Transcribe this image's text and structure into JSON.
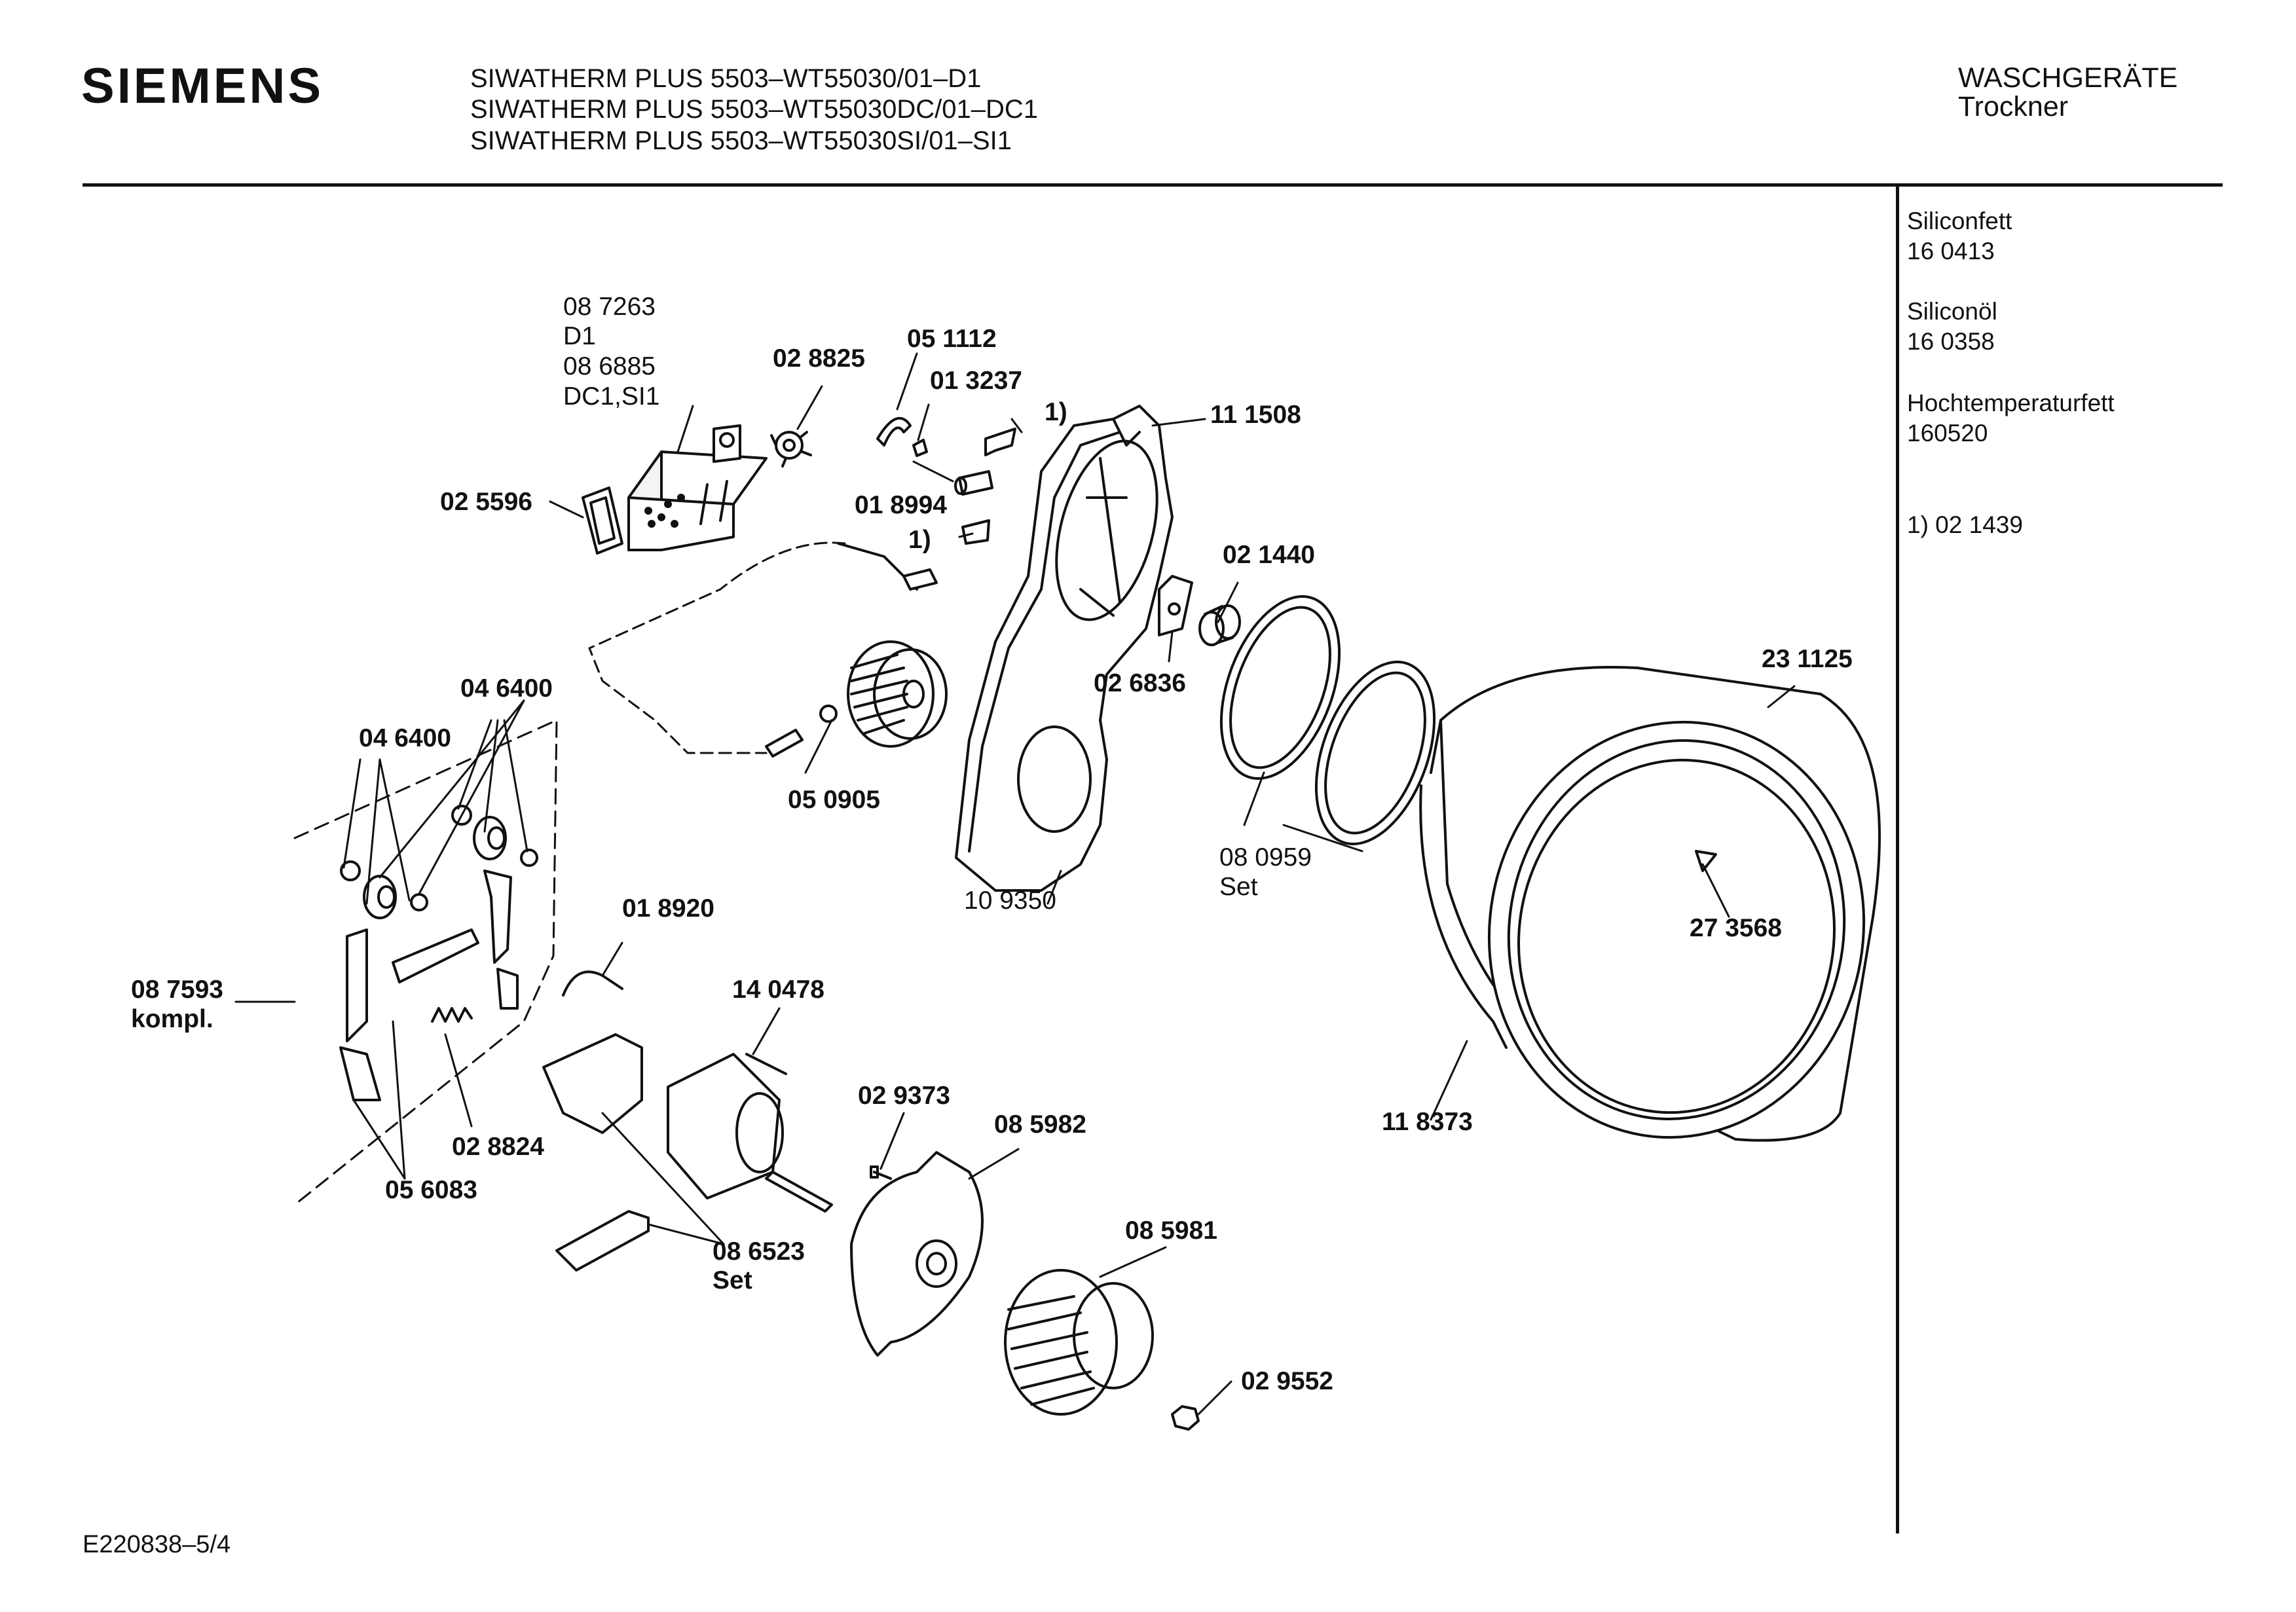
{
  "header": {
    "brand": "SIEMENS",
    "titles": [
      "SIWATHERM PLUS 5503–WT55030/01–D1",
      "SIWATHERM PLUS 5503–WT55030DC/01–DC1",
      "SIWATHERM PLUS 5503–WT55030SI/01–SI1"
    ],
    "category": "WASCHGERÄTE",
    "subcategory": "Trockner"
  },
  "sidebar": [
    {
      "name": "Siliconfett",
      "number": "16 0413"
    },
    {
      "name": "Siliconöl",
      "number": "16 0358"
    },
    {
      "name": "Hochtemperaturfett",
      "number": "160520"
    },
    {
      "name": "1)  02 1439",
      "number": ""
    }
  ],
  "footer": "E220838–5/4",
  "labels": {
    "p087263": "08 7263",
    "d1": "D1",
    "p086885": "08 6885",
    "dc1si1": "DC1,SI1",
    "p028825": "02 8825",
    "p051112": "05 1112",
    "p013237": "01 3237",
    "fn1a": "1)",
    "p111508": "11 1508",
    "p025596": "02 5596",
    "p018994": "01 8994",
    "fn1b": "1)",
    "p021440": "02 1440",
    "p026836": "02 6836",
    "p231125": "23 1125",
    "p046400a": "04 6400",
    "p046400b": "04 6400",
    "p050905": "05 0905",
    "p109350": "10 9350",
    "p080959": "08 0959",
    "set1": "Set",
    "p273568": "27 3568",
    "p018920": "01 8920",
    "p087593": "08 7593",
    "kompl": "kompl.",
    "p140478": "14 0478",
    "p029373": "02 9373",
    "p085982": "08 5982",
    "p118373": "11 8373",
    "p028824": "02 8824",
    "p056083": "05 6083",
    "p086523": "08 6523",
    "set2": "Set",
    "p085981": "08 5981",
    "p029552": "02 9552"
  }
}
